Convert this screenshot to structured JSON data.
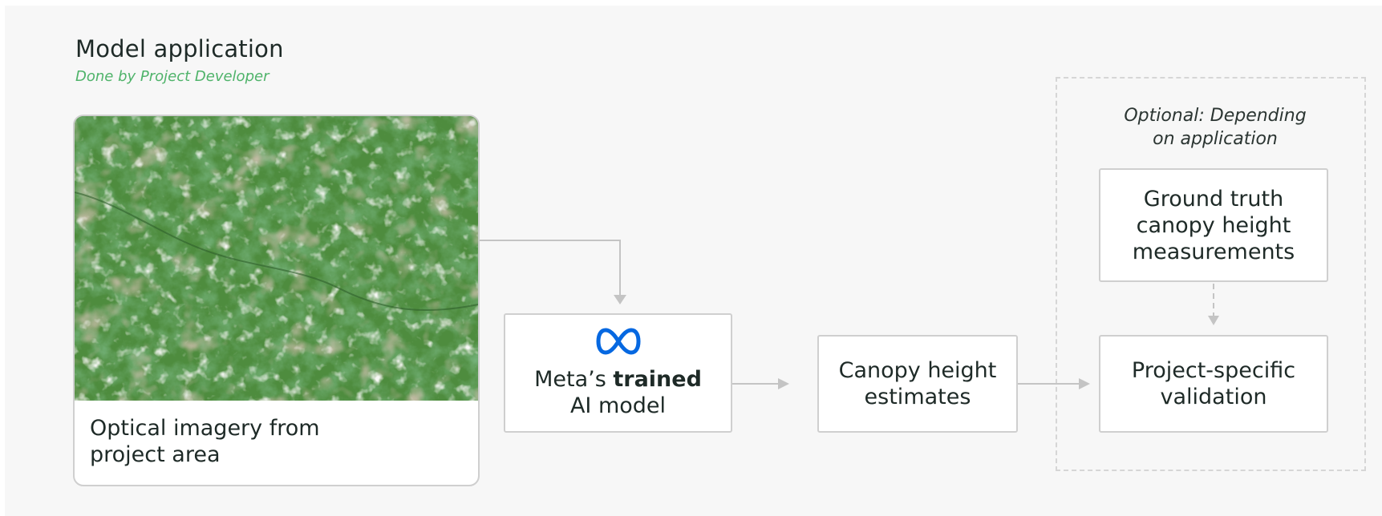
{
  "header": {
    "title": "Model application",
    "subtitle": "Done by Project Developer"
  },
  "imagery": {
    "caption": "Optical imagery from\nproject area"
  },
  "model": {
    "line1_prefix": "Meta’s ",
    "line1_bold": "trained",
    "line2": "AI model"
  },
  "estimates": {
    "label": "Canopy height\nestimates"
  },
  "optional": {
    "label": "Optional: Depending\non application",
    "ground_truth": "Ground truth\ncanopy height\nmeasurements",
    "validation": "Project-specific\nvalidation"
  },
  "colors": {
    "accent_green": "#4fb36a",
    "meta_blue": "#0668e1",
    "arrow_gray": "#c4c4c4"
  }
}
